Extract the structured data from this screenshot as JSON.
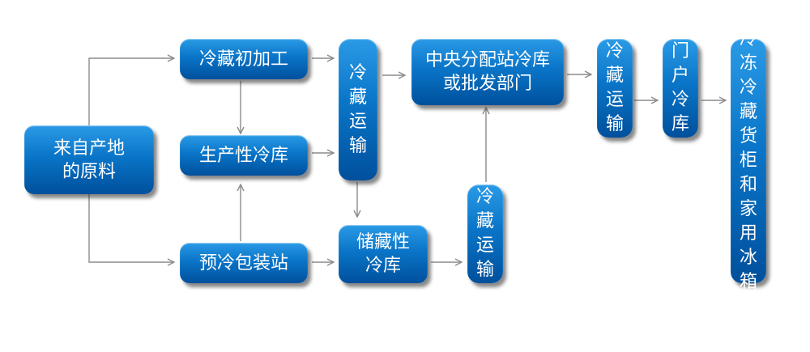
{
  "nodes": {
    "origin": "来自产地的原料",
    "initial_processing": "冷藏初加工",
    "production_cold_store": "生产性冷库",
    "precooling_station": "预冷包装站",
    "transport_1": "冷藏运输",
    "storage_cold_store": "储藏性冷库",
    "distribution": "中央分配站冷库或批发部门",
    "transport_2": "冷藏运输",
    "transport_3": "冷藏运输",
    "store_cold_room": "门户冷库",
    "retail": "冷冻冷藏货柜和家用冰箱"
  },
  "colors": {
    "node_top": "#2a9ae6",
    "node_mid": "#0a75c8",
    "node_bottom": "#00509c",
    "connector": "#8c8c8c"
  }
}
